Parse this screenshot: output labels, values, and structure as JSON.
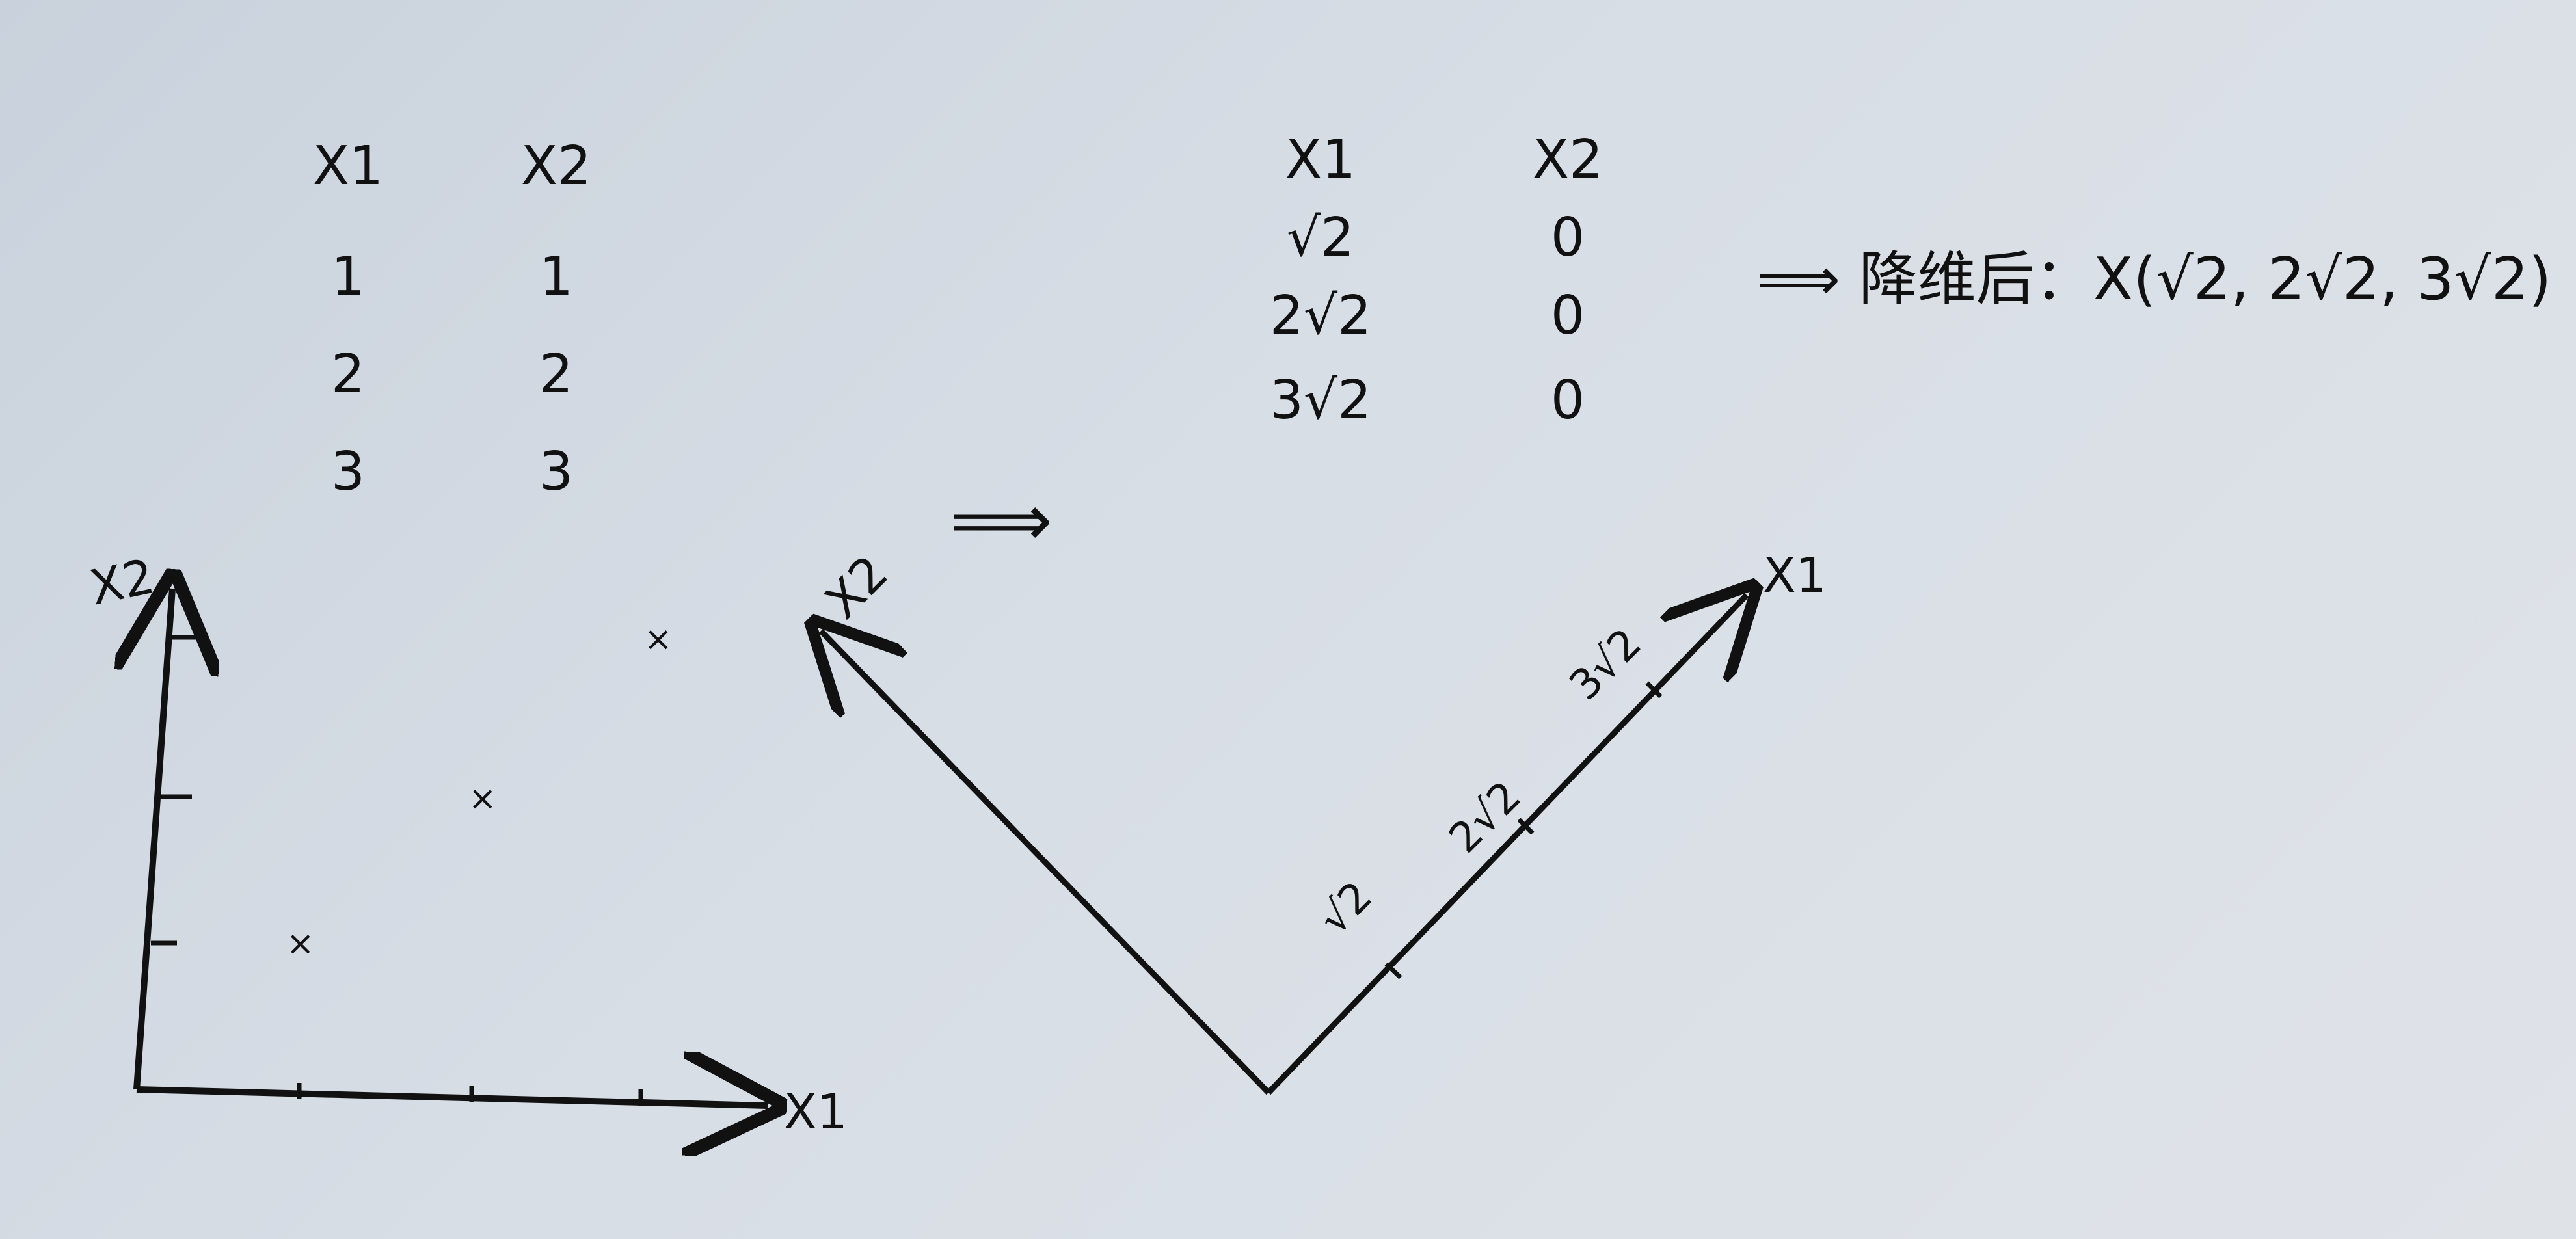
{
  "left_table": {
    "headers": [
      "X1",
      "X2"
    ],
    "rows": [
      [
        "1",
        "1"
      ],
      [
        "2",
        "2"
      ],
      [
        "3",
        "3"
      ]
    ]
  },
  "right_table": {
    "headers": [
      "X1",
      "X2"
    ],
    "rows": [
      [
        "√2",
        "0"
      ],
      [
        "2√2",
        "0"
      ],
      [
        "3√2",
        "0"
      ]
    ]
  },
  "result_text": "⟹ 降维后：X(√2, 2√2, 3√2)",
  "left_plot": {
    "x_axis_label": "X1",
    "y_axis_label": "X2",
    "point_symbol": "×"
  },
  "right_plot": {
    "x_axis_label": "X1",
    "y_axis_label": "X2",
    "tick_labels": [
      "√2",
      "2√2",
      "3√2"
    ]
  },
  "middle_arrow_symbol": "⟹"
}
